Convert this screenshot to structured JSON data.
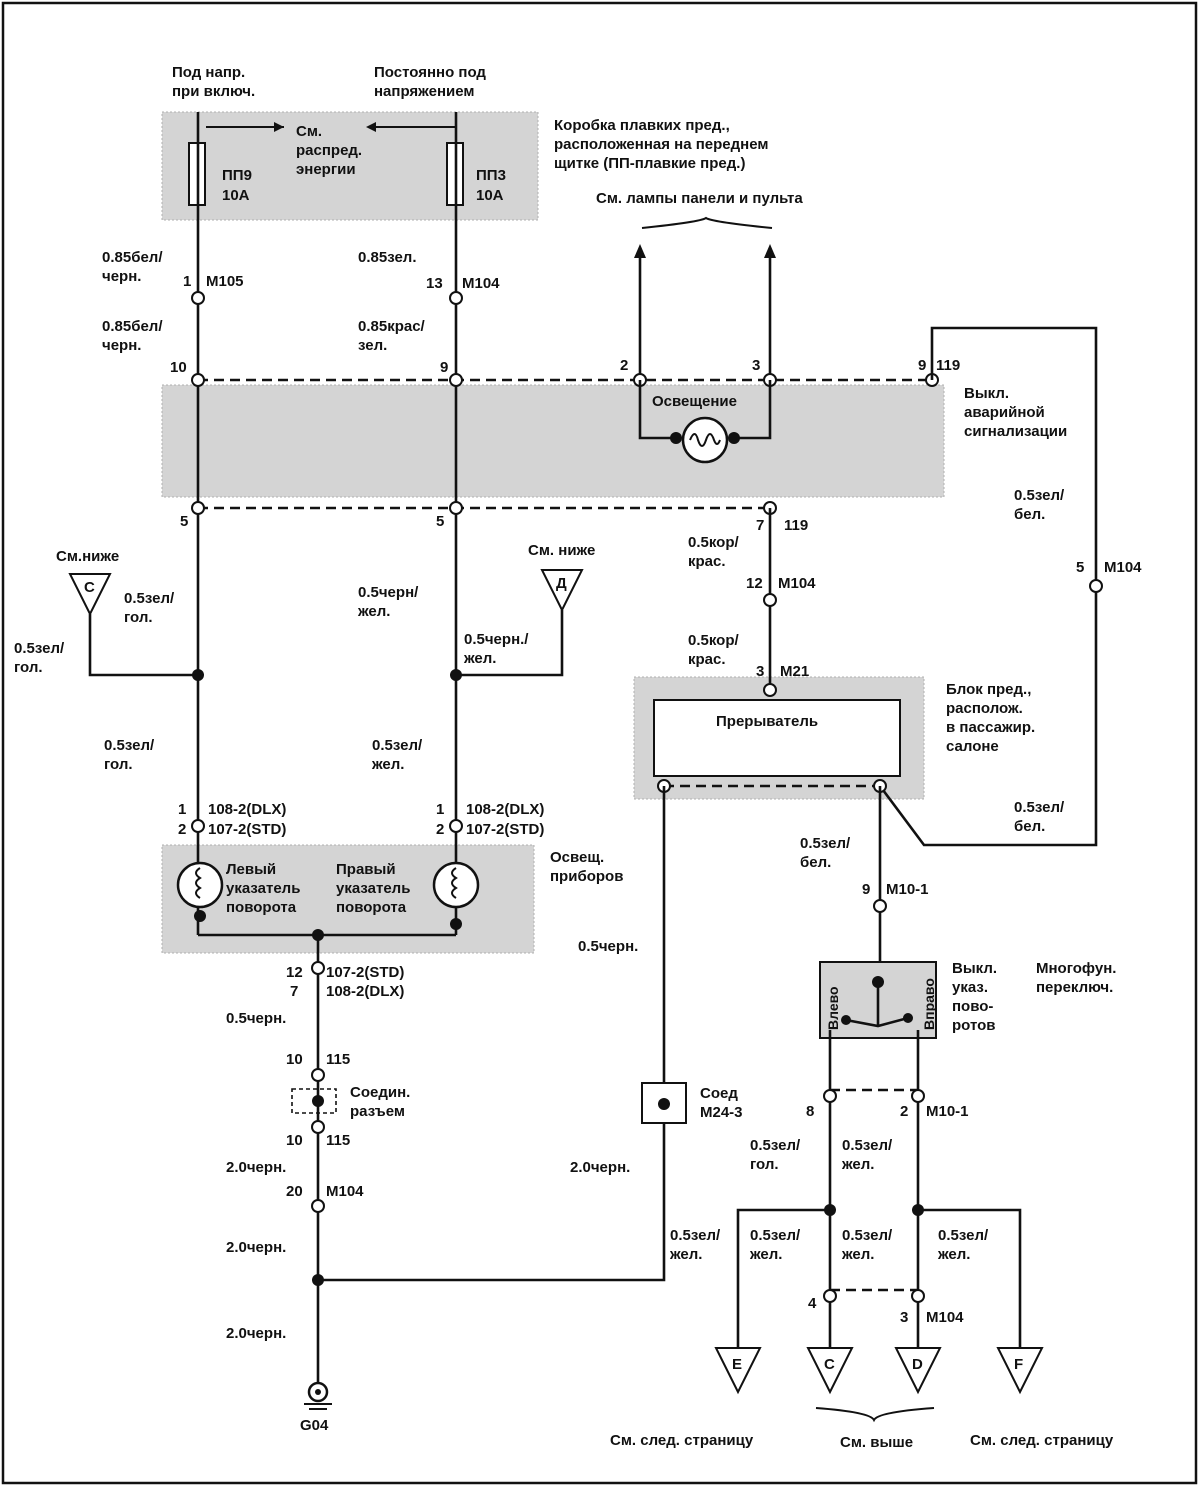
{
  "diagram": {
    "top_left_label": [
      "Под напр.",
      "при включ."
    ],
    "top_mid_label": [
      "Постоянно под",
      "напряжением"
    ],
    "fuse_box_ref": [
      "См.",
      "распред.",
      "энергии"
    ],
    "fuse_box_caption": [
      "Коробка плавких пред.,",
      "расположенная на переднем",
      "щитке (ПП-плавкие пред.)"
    ],
    "fuse_left": {
      "name": "ПП9",
      "rating": "10А"
    },
    "fuse_right": {
      "name": "ПП3",
      "rating": "10А"
    },
    "lamps_ref": "См. лампы панели и пульта",
    "wire_left_1": [
      "0.85бел/",
      "черн."
    ],
    "wire_mid_1": "0.85зел.",
    "conn_left_1": {
      "pin": "1",
      "name": "M105"
    },
    "conn_mid_1": {
      "pin": "13",
      "name": "M104"
    },
    "wire_left_2": [
      "0.85бел/",
      "черн."
    ],
    "wire_mid_2": [
      "0.85крас/",
      "зел."
    ],
    "switch_pins": {
      "p10": "10",
      "p9": "9",
      "p2": "2",
      "p3": "3",
      "p9b": "9",
      "p119": "119",
      "p5a": "5",
      "p5b": "5",
      "p7": "7",
      "p119b": "119"
    },
    "illum_label": "Освещение",
    "hazard_switch_label": [
      "Выкл.",
      "аварийной",
      "сигнализации"
    ],
    "wire_right_1": [
      "0.5зел/",
      "бел."
    ],
    "conn_right_1": {
      "pin": "5",
      "name": "M104"
    },
    "see_below_c": "См.ниже",
    "see_below_d": "См. ниже",
    "wire_left_3": [
      "0.5зел/",
      "гол."
    ],
    "wire_left_3b": [
      "0.5зел/",
      "гол."
    ],
    "wire_mid_3": [
      "0.5черн/",
      "жел."
    ],
    "wire_mid_3b": [
      "0.5черн./",
      "жел."
    ],
    "wire_kor_1": [
      "0.5кор/",
      "крас."
    ],
    "conn_kor_1": {
      "pin": "12",
      "name": "M104"
    },
    "wire_kor_2": [
      "0.5кор/",
      "крас."
    ],
    "conn_m21": {
      "pin": "3",
      "name": "M21"
    },
    "fuse_block_label": [
      "Блок пред.,",
      "располож.",
      "в пассажир.",
      "салоне"
    ],
    "flasher_label": "Прерыватель",
    "wire_left_4": [
      "0.5зел/",
      "гол."
    ],
    "wire_mid_4": [
      "0.5зел/",
      "жел."
    ],
    "conn_left_lamp": {
      "p1": "1",
      "p1name": "108-2(DLX)",
      "p2": "2",
      "p2name": "107-2(STD)"
    },
    "conn_right_lamp": {
      "p1": "1",
      "p1name": "108-2(DLX)",
      "p2": "2",
      "p2name": "107-2(STD)"
    },
    "left_indicator": [
      "Левый",
      "указатель",
      "поворота"
    ],
    "right_indicator": [
      "Правый",
      "указатель",
      "поворота"
    ],
    "instrument_illum": [
      "Освещ.",
      "приборов"
    ],
    "wire_right_2": [
      "0.5зел/",
      "бел."
    ],
    "wire_right_3": [
      "0.5зел/",
      "бел."
    ],
    "conn_m10_top": {
      "pin": "9",
      "name": "M10-1"
    },
    "wire_black_flasher": "0.5черн.",
    "conn_ground_a": {
      "p12": "12",
      "p12name": "107-2(STD)",
      "p7": "7",
      "p7name": "108-2(DLX)"
    },
    "wire_ground_1": "0.5черн.",
    "conn_115_top": {
      "pin": "10",
      "name": "115"
    },
    "joint_connector": [
      "Соедин.",
      "разъем"
    ],
    "conn_115_bottom": {
      "pin": "10",
      "name": "115"
    },
    "wire_ground_2": "2.0черн.",
    "conn_m104_20": {
      "pin": "20",
      "name": "M104"
    },
    "wire_ground_3": "2.0черн.",
    "wire_ground_4": "2.0черн.",
    "ground_name": "G04",
    "joint_m24": [
      "Соед",
      "M24-3"
    ],
    "wire_ground_5": "2.0черн.",
    "turn_switch_label": [
      "Выкл.",
      "указ.",
      "пово-",
      "ротов"
    ],
    "multi_switch_label": [
      "Многофун.",
      "переключ."
    ],
    "switch_left_word": "Влево",
    "switch_right_word": "Вправо",
    "conn_m10_pin8": "8",
    "conn_m10_bottom": {
      "pin": "2",
      "name": "M10-1"
    },
    "wire_b1": [
      "0.5зел/",
      "гол."
    ],
    "wire_b2": [
      "0.5зел/",
      "жел."
    ],
    "wire_b3": [
      "0.5зел/",
      "жел."
    ],
    "wire_b4": [
      "0.5зел/",
      "жел."
    ],
    "wire_b5": [
      "0.5зел/",
      "жел."
    ],
    "wire_b6": [
      "0.5зел/",
      "жел."
    ],
    "conn_m104_pin4": "4",
    "conn_m104_bottom": {
      "pin": "3",
      "name": "M104"
    },
    "flag_e": "E",
    "flag_c": "C",
    "flag_d": "D",
    "flag_f": "F",
    "flag_c_top": "C",
    "flag_d_top": "Д",
    "see_next_left": "См. след. страницу",
    "see_above": "См. выше",
    "see_next_right": "См. след. страницу"
  }
}
